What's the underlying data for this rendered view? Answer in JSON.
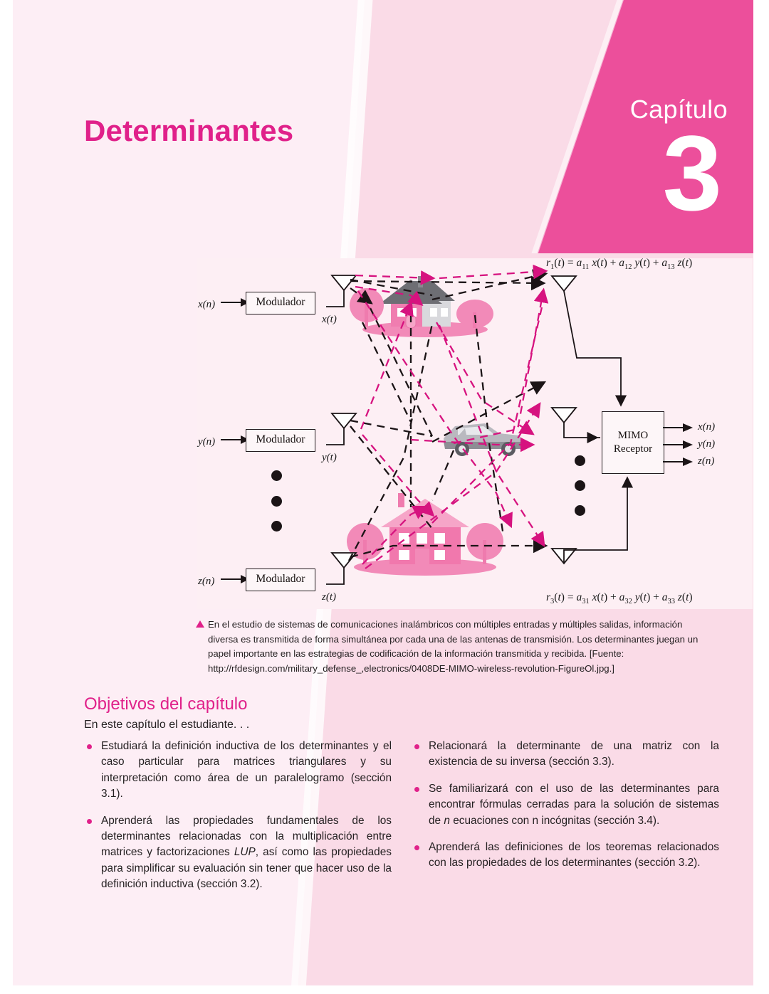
{
  "page": {
    "chapter_label": "Capítulo",
    "chapter_number": "3",
    "title": "Determinantes",
    "accent_color": "#e0218a",
    "banner_color": "#ec4f9b",
    "bg_light": "#fdeef5",
    "bg_deep": "#fadbe7"
  },
  "figure": {
    "equation_top": "r1(t) = a11 x(t) + a12 y(t) + a13 z(t)",
    "equation_bottom": "r3(t) = a31 x(t) + a32 y(t) + a33 z(t)",
    "modulator_label": "Modulador",
    "receiver_line1": "MIMO",
    "receiver_line2": "Receptor",
    "inputs": [
      "x(n)",
      "y(n)",
      "z(n)"
    ],
    "transmit_signals": [
      "x(t)",
      "y(t)",
      "z(t)"
    ],
    "outputs": [
      "x(n)",
      "y(n)",
      "z(n)"
    ],
    "ellipsis_dots": 3,
    "scene_objects": [
      "house-upper",
      "car",
      "house-lower",
      "tree",
      "tree",
      "tree",
      "tree"
    ]
  },
  "caption": {
    "text": "En el estudio de sistemas de comunicaciones inalámbricos con múltiples entradas y múltiples salidas, información diversa es transmitida de forma simultánea por cada una de las antenas de transmisión. Los determinantes juegan un papel importante en las estrategias de codificación de la información transmitida y recibida. [Fuente: http://rfdesign.com/military_defense_,electronics/0408DE-MIMO-wireless-revolution-FigureOl.jpg.]"
  },
  "objectives": {
    "heading": "Objetivos del capítulo",
    "lead": "En este capítulo el estudiante. . .",
    "left_column": [
      {
        "pre": "Estudiará la definición inductiva de los determinantes y el caso particular para matrices triangulares y su interpretación como área de un paralelogramo (sección 3.1).",
        "italic": "",
        "post": ""
      },
      {
        "pre": "Aprenderá las propiedades fundamentales de los determinantes relacionadas con la multiplicación entre matrices y factorizaciones ",
        "italic": "LUP",
        "post": ", así como las propiedades para simplificar su evaluación sin tener que hacer uso de la definición inductiva (sección 3.2)."
      }
    ],
    "right_column": [
      {
        "pre": "Relacionará la determinante de una matriz con la existencia de su inversa (sección 3.3).",
        "italic": "",
        "post": ""
      },
      {
        "pre": "Se familiarizará con el uso de las determinantes para encontrar fórmulas cerradas para la solución de sistemas de ",
        "italic": "n",
        "post": " ecuaciones con n incógnitas (sección 3.4)."
      },
      {
        "pre": "Aprenderá las definiciones de los teoremas relacionados con las propiedades de los determinantes (sección 3.2).",
        "italic": "",
        "post": ""
      }
    ]
  }
}
